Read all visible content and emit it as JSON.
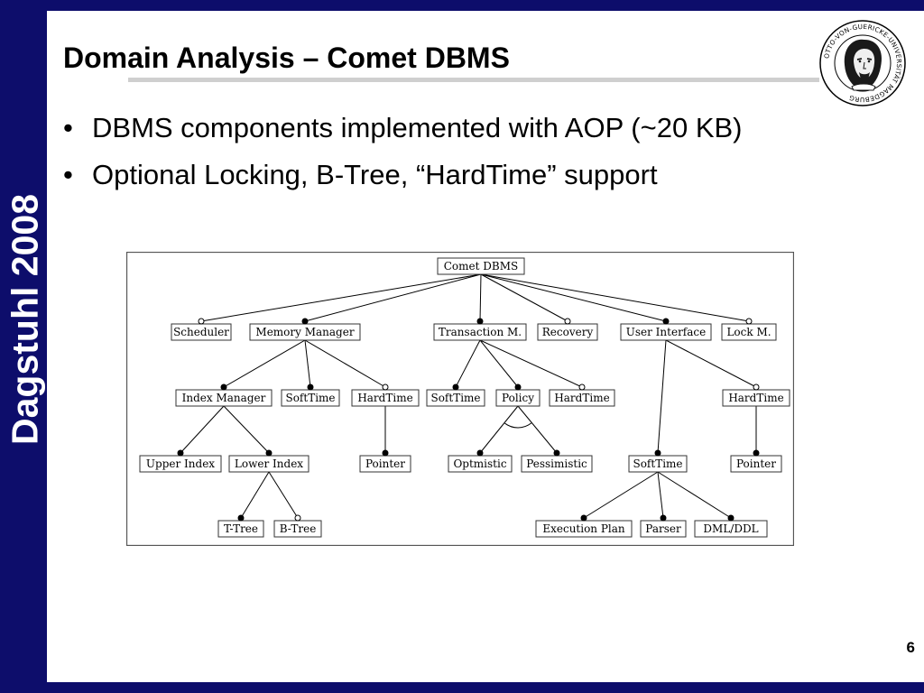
{
  "slide": {
    "title": "Domain Analysis – Comet DBMS",
    "sidebar_text": "Dagstuhl 2008",
    "bullets": [
      "DBMS components implemented with AOP (~20 KB)",
      "Optional Locking, B-Tree, “HardTime” support"
    ],
    "page_number": "6",
    "colors": {
      "frame": "#0d0d6b",
      "title_rule": "#cfcfcf",
      "diagram_border": "#555555"
    },
    "logo": {
      "icon": "university-seal-portrait-icon",
      "ring_text": "OTTO-VON-GUERICKE-UNIVERSITÄT MAGDEBURG"
    }
  },
  "diagram": {
    "nodes": [
      {
        "id": "root",
        "label": "Comet DBMS"
      },
      {
        "id": "scheduler",
        "label": "Scheduler",
        "parent": "root",
        "optional": true
      },
      {
        "id": "memory",
        "label": "Memory Manager",
        "parent": "root",
        "optional": false
      },
      {
        "id": "transaction",
        "label": "Transaction M.",
        "parent": "root",
        "optional": false
      },
      {
        "id": "recovery",
        "label": "Recovery",
        "parent": "root",
        "optional": true
      },
      {
        "id": "ui",
        "label": "User Interface",
        "parent": "root",
        "optional": false
      },
      {
        "id": "lock",
        "label": "Lock M.",
        "parent": "root",
        "optional": true
      },
      {
        "id": "index",
        "label": "Index Manager",
        "parent": "memory",
        "optional": false
      },
      {
        "id": "mem_soft",
        "label": "SoftTime",
        "parent": "memory",
        "optional": false
      },
      {
        "id": "mem_hard",
        "label": "HardTime",
        "parent": "memory",
        "optional": true
      },
      {
        "id": "tx_soft",
        "label": "SoftTime",
        "parent": "transaction",
        "optional": false
      },
      {
        "id": "policy",
        "label": "Policy",
        "parent": "transaction",
        "optional": false
      },
      {
        "id": "tx_hard",
        "label": "HardTime",
        "parent": "transaction",
        "optional": true
      },
      {
        "id": "ui_hard",
        "label": "HardTime",
        "parent": "ui",
        "optional": true
      },
      {
        "id": "upper",
        "label": "Upper Index",
        "parent": "index",
        "optional": false
      },
      {
        "id": "lower",
        "label": "Lower Index",
        "parent": "index",
        "optional": false
      },
      {
        "id": "pointer1",
        "label": "Pointer",
        "parent": "mem_hard",
        "optional": false
      },
      {
        "id": "optimistic",
        "label": "Optmistic",
        "parent": "policy",
        "optional": false
      },
      {
        "id": "pessimistic",
        "label": "Pessimistic",
        "parent": "policy",
        "optional": false
      },
      {
        "id": "ui_soft",
        "label": "SoftTime",
        "parent": "ui",
        "optional": false
      },
      {
        "id": "pointer2",
        "label": "Pointer",
        "parent": "ui_hard",
        "optional": false
      },
      {
        "id": "ttree",
        "label": "T-Tree",
        "parent": "lower",
        "optional": false
      },
      {
        "id": "btree",
        "label": "B-Tree",
        "parent": "lower",
        "optional": true
      },
      {
        "id": "exec",
        "label": "Execution Plan",
        "parent": "ui_soft",
        "optional": false
      },
      {
        "id": "parser",
        "label": "Parser",
        "parent": "ui_soft",
        "optional": false
      },
      {
        "id": "dml",
        "label": "DML/DDL",
        "parent": "ui_soft",
        "optional": false
      }
    ],
    "alternative_groups": [
      {
        "parent": "policy",
        "children": [
          "optimistic",
          "pessimistic"
        ]
      }
    ]
  }
}
